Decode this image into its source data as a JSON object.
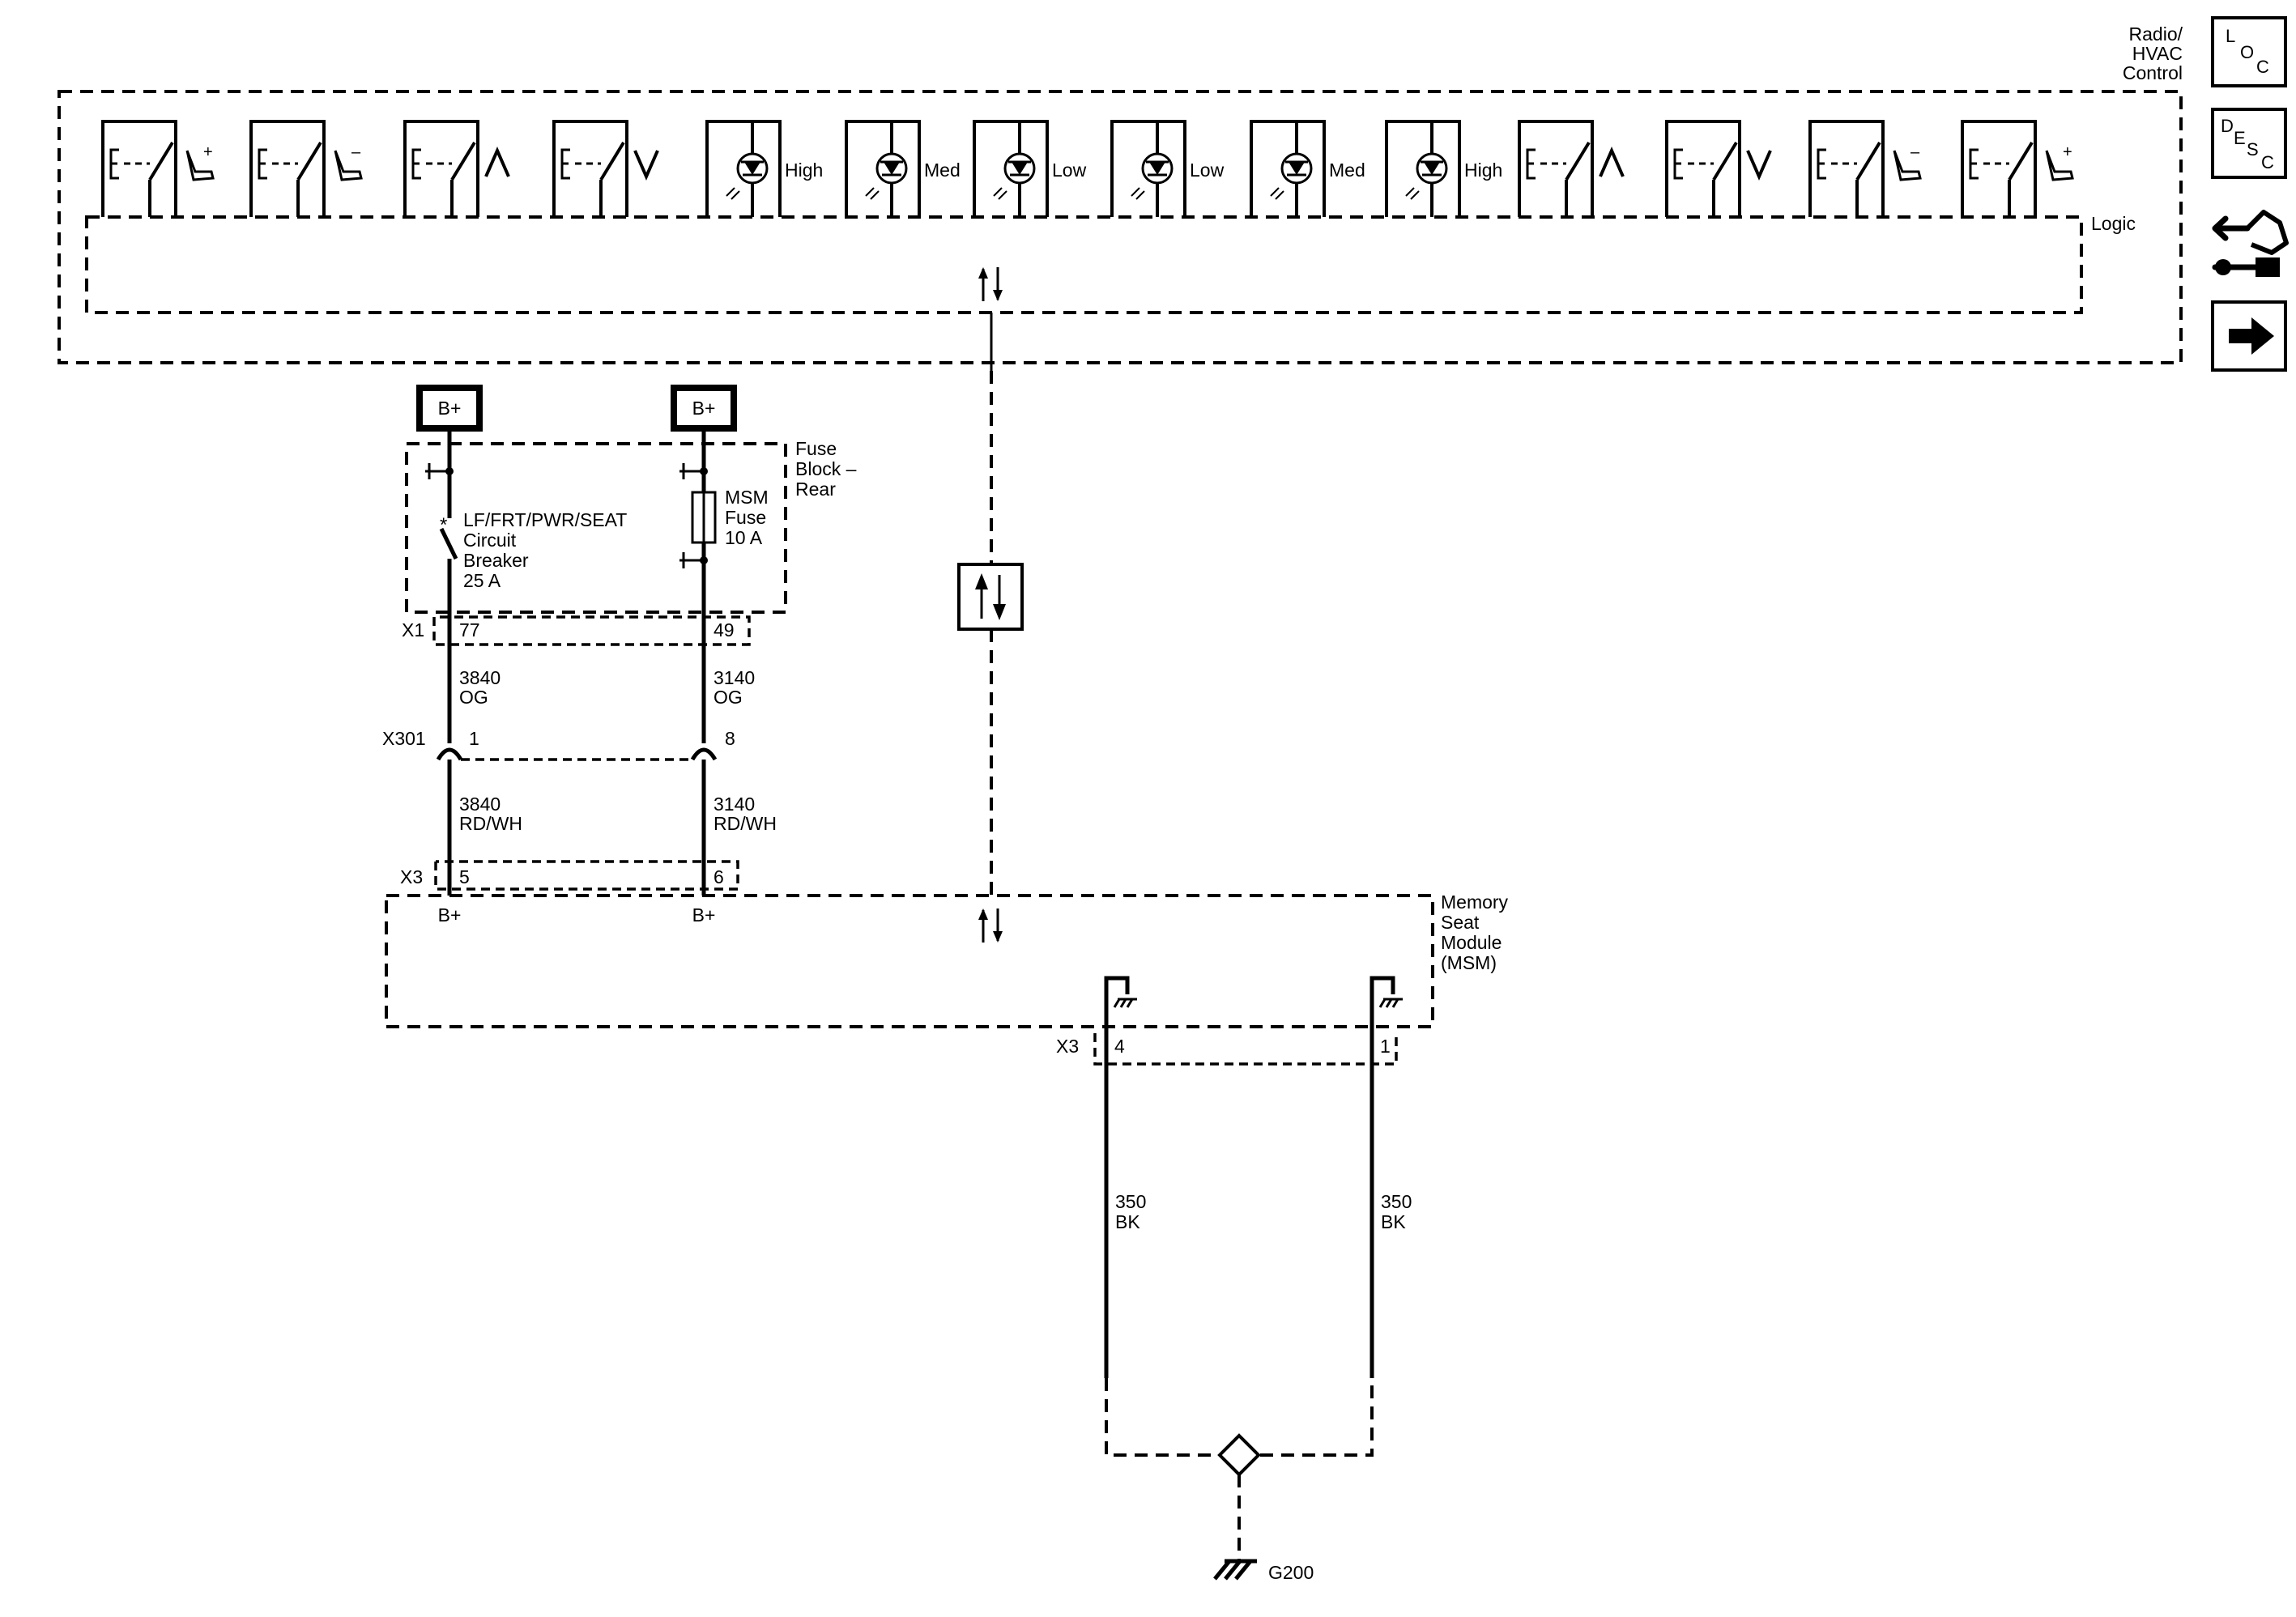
{
  "module_top": {
    "name": "Radio/ HVAC Control",
    "name_lines": [
      "Radio/",
      "HVAC",
      "Control"
    ],
    "logic_label": "Logic",
    "inputs": [
      {
        "kind": "switch",
        "symbol": "seat-plus-icon",
        "sign": "+"
      },
      {
        "kind": "switch",
        "symbol": "seat-minus-icon",
        "sign": "–"
      },
      {
        "kind": "switch",
        "symbol": "chevron-up-icon"
      },
      {
        "kind": "switch",
        "symbol": "chevron-down-icon"
      },
      {
        "kind": "led",
        "label": "High"
      },
      {
        "kind": "led",
        "label": "Med"
      },
      {
        "kind": "led",
        "label": "Low"
      },
      {
        "kind": "led",
        "label": "Low"
      },
      {
        "kind": "led",
        "label": "Med"
      },
      {
        "kind": "led",
        "label": "High"
      },
      {
        "kind": "switch",
        "symbol": "chevron-up-icon"
      },
      {
        "kind": "switch",
        "symbol": "chevron-down-icon"
      },
      {
        "kind": "switch",
        "symbol": "seat-minus-icon",
        "sign": "–"
      },
      {
        "kind": "switch",
        "symbol": "seat-plus-icon",
        "sign": "+"
      }
    ]
  },
  "nav_buttons": [
    {
      "name": "loc-button",
      "letters": [
        "L",
        "O",
        "C"
      ]
    },
    {
      "name": "desc-button",
      "letters": [
        "D",
        "E",
        "S",
        "C"
      ]
    },
    {
      "name": "connector-tool-button",
      "icon": "connector-wrench-icon"
    },
    {
      "name": "next-page-button",
      "icon": "arrow-right-icon"
    }
  ],
  "power_sources": {
    "left": "B+",
    "right": "B+"
  },
  "fuse_block": {
    "name_lines": [
      "Fuse",
      "Block –",
      "Rear"
    ],
    "breaker_lines": [
      "LF/FRT/PWR/SEAT",
      "Circuit",
      "Breaker",
      "25 A"
    ],
    "fuse_lines": [
      "MSM",
      "Fuse",
      "10 A"
    ],
    "connector": "X1",
    "pins": [
      "77",
      "49"
    ]
  },
  "wires_upper": [
    {
      "circuit": "3840",
      "color": "OG"
    },
    {
      "circuit": "3140",
      "color": "OG"
    }
  ],
  "inline_connector": {
    "name": "X301",
    "pins": [
      "1",
      "8"
    ]
  },
  "wires_lower": [
    {
      "circuit": "3840",
      "color": "RD/WH"
    },
    {
      "circuit": "3140",
      "color": "RD/WH"
    }
  ],
  "msm": {
    "name_lines": [
      "Memory",
      "Seat",
      "Module",
      "(MSM)"
    ],
    "top_connector": "X3",
    "top_pins": [
      "5",
      "6"
    ],
    "pin_labels": [
      "B+",
      "B+"
    ],
    "bottom_connector": "X3",
    "bottom_pins": [
      "4",
      "1"
    ]
  },
  "ground_wires": [
    {
      "circuit": "350",
      "color": "BK"
    },
    {
      "circuit": "350",
      "color": "BK"
    }
  ],
  "ground": {
    "name": "G200"
  }
}
